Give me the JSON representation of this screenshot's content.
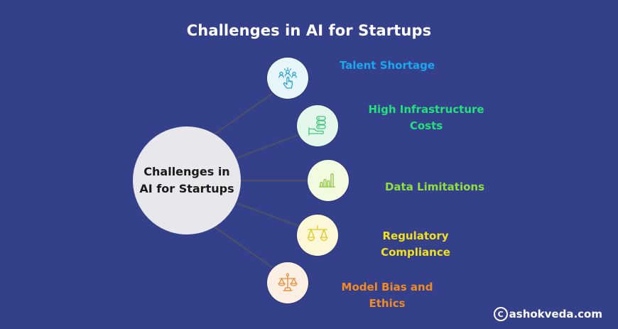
{
  "title": "Challenges in AI for Startups",
  "hub": {
    "line1": "Challenges in",
    "line2": "AI for Startups"
  },
  "colors": {
    "background": "#34418a",
    "connector": "#4a4f6e",
    "hub_fill": "#e8e8ec"
  },
  "nodes": [
    {
      "label": "Talent Shortage",
      "icon": "people-pointer-icon",
      "text_color": "#1aa7ee",
      "fill": "#e6f6fb",
      "stroke": "#2aa3d6"
    },
    {
      "label": "High Infrastructure\nCosts",
      "icon": "server-hand-icon",
      "text_color": "#22e07a",
      "fill": "#e3f8ea",
      "stroke": "#3ec47a"
    },
    {
      "label": "Data Limitations",
      "icon": "bar-chart-icon",
      "text_color": "#8ee03a",
      "fill": "#f2fadf",
      "stroke": "#8cc53f"
    },
    {
      "label": "Regulatory\nCompliance",
      "icon": "balance-scale-icon",
      "text_color": "#f3e01c",
      "fill": "#fcf8d8",
      "stroke": "#e2c622"
    },
    {
      "label": "Model Bias and\nEthics",
      "icon": "ethics-scale-icon",
      "text_color": "#f08a24",
      "fill": "#fcefe3",
      "stroke": "#e58c3a"
    }
  ],
  "watermark": {
    "symbol": "C",
    "text": "ashokveda.com"
  }
}
